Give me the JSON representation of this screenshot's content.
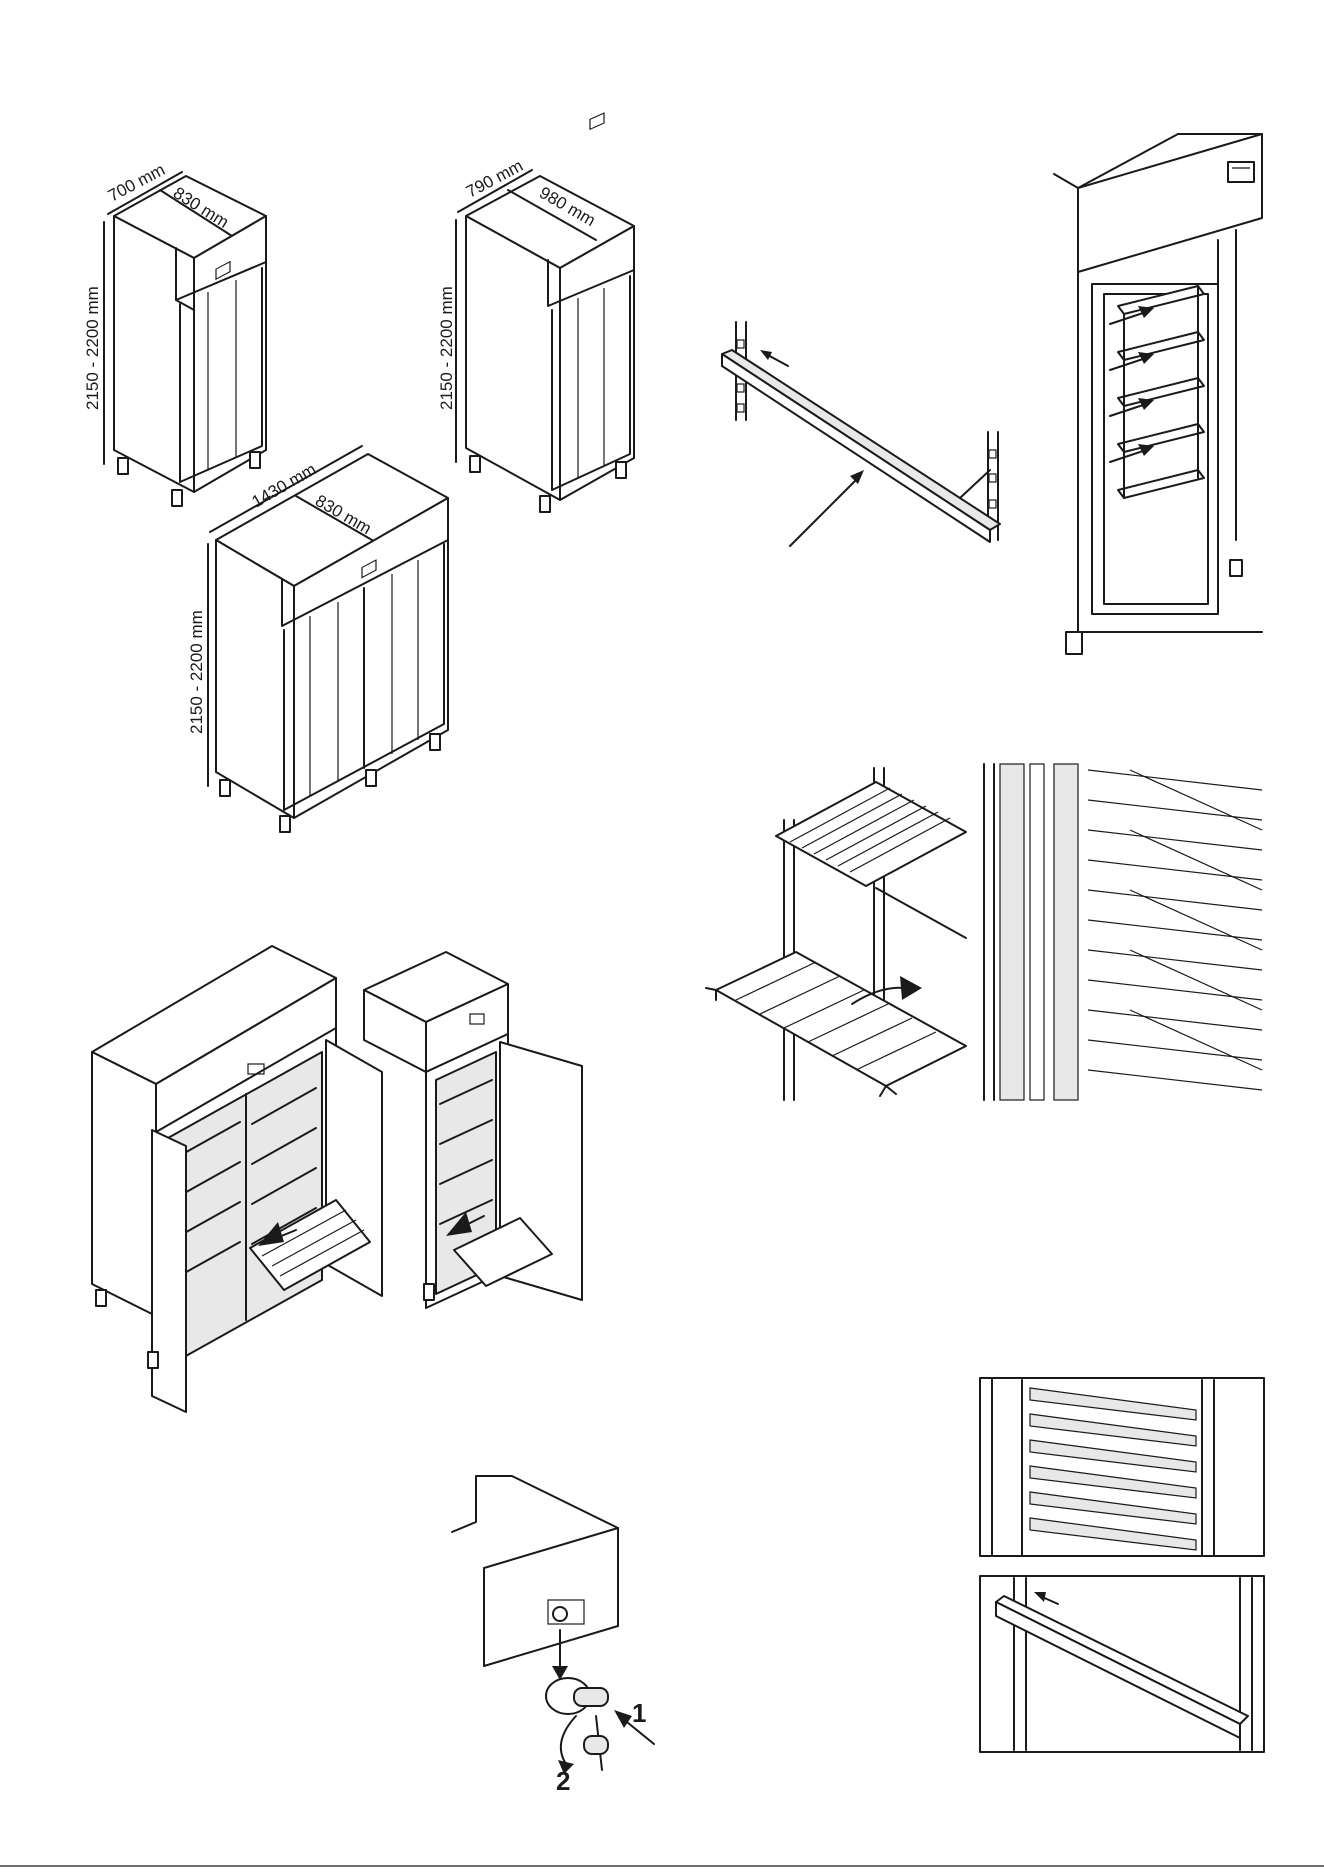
{
  "dimensions": {
    "unit_a": {
      "width": "700 mm",
      "depth": "830 mm",
      "height": "2150 - 2200 mm"
    },
    "unit_b": {
      "width": "790 mm",
      "depth": "980 mm",
      "height": "2150 - 2200 mm"
    },
    "unit_c": {
      "width": "1430 mm",
      "depth": "830 mm",
      "height": "2150 - 2200 mm"
    }
  },
  "lock_steps": {
    "step_1": "1",
    "step_2": "2"
  },
  "colors": {
    "line": "#1a1a1a",
    "panel": "#e8e8e8",
    "background": "#ffffff"
  }
}
